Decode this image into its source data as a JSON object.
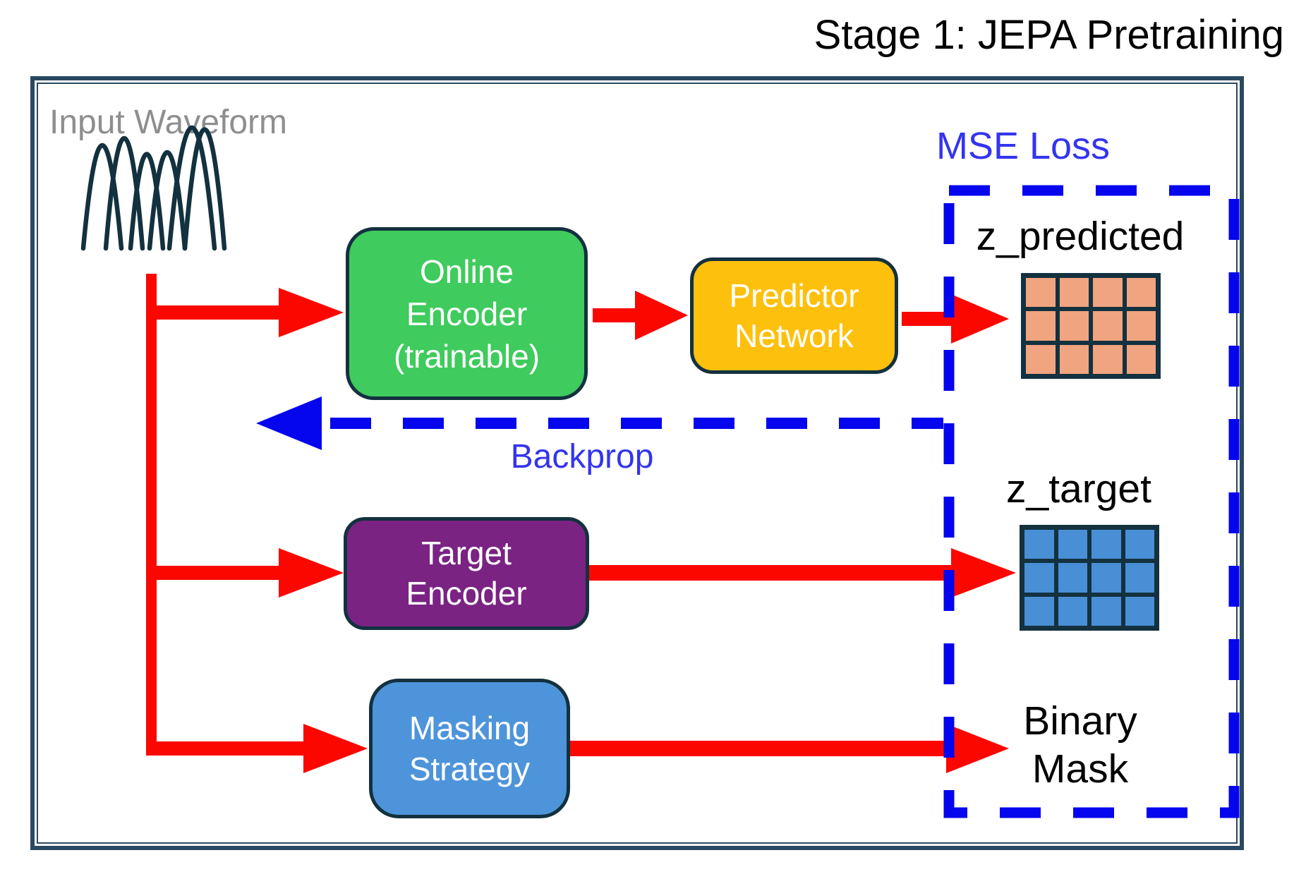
{
  "title": "Stage 1: JEPA Pretraining",
  "waveform": {
    "label": "Input Waveform"
  },
  "boxes": {
    "online_encoder": {
      "line1": "Online",
      "line2": "Encoder",
      "line3": "(trainable)"
    },
    "predictor": {
      "line1": "Predictor",
      "line2": "Network"
    },
    "target_encoder": {
      "line1": "Target",
      "line2": "Encoder"
    },
    "masking": {
      "line1": "Masking",
      "line2": "Strategy"
    }
  },
  "loss": {
    "label": "MSE Loss"
  },
  "backprop": {
    "label": "Backprop"
  },
  "outputs": {
    "z_predicted": {
      "label": "z_predicted",
      "grid": {
        "rows": 3,
        "cols": 4
      }
    },
    "z_target": {
      "label": "z_target",
      "grid": {
        "rows": 3,
        "cols": 4
      }
    },
    "binary_mask": {
      "line1": "Binary",
      "line2": "Mask"
    }
  },
  "colors": {
    "navy": "#13313F",
    "steel": "#2A4860",
    "green": "#3FCB5D",
    "yellow": "#FDC00D",
    "purple": "#7A2383",
    "skyblue": "#4E94DA",
    "cellblue": "#498FD5",
    "salmon": "#F1A480",
    "red": "#FB0700",
    "blue": "#0505EE",
    "bluetext": "#3434F0",
    "gray": "#8E8E8E"
  }
}
